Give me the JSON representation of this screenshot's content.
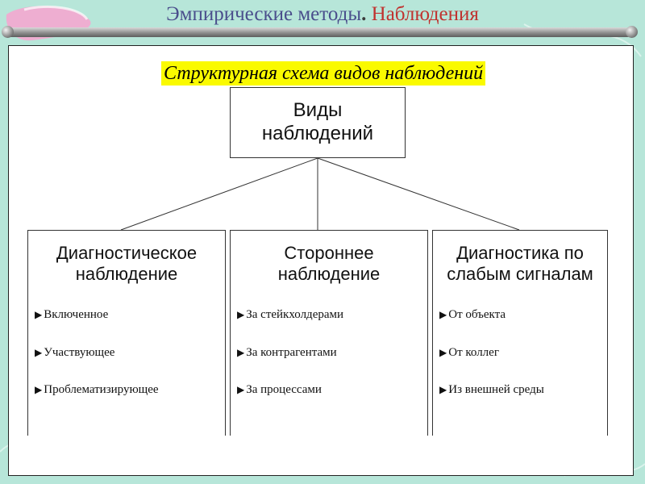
{
  "slide": {
    "title_part1": "Эмпирические методы",
    "title_dot": ".",
    "title_part2": "Наблюдения"
  },
  "diagram": {
    "heading": "Структурная схема видов наблюдений",
    "root": {
      "line1": "Виды",
      "line2": "наблюдений"
    },
    "categories": [
      {
        "line1": "Диагностическое",
        "line2": "наблюдение",
        "items": [
          "Включенное",
          "Участвующее",
          "Проблематизирующее"
        ]
      },
      {
        "line1": "Стороннее",
        "line2": "наблюдение",
        "items": [
          "За стейкхолдерами",
          "За контрагентами",
          "За процессами"
        ]
      },
      {
        "line1": "Диагностика по",
        "line2": "слабым сигналам",
        "items": [
          "От объекта",
          "От коллег",
          "Из внешней среды"
        ]
      }
    ]
  },
  "colors": {
    "background": "#b7e6d9",
    "title": "#4a4e8c",
    "title_accent": "#c0322f",
    "heading_highlight": "#fafa00"
  },
  "icons": {
    "bullet": "triangle-right-icon"
  }
}
